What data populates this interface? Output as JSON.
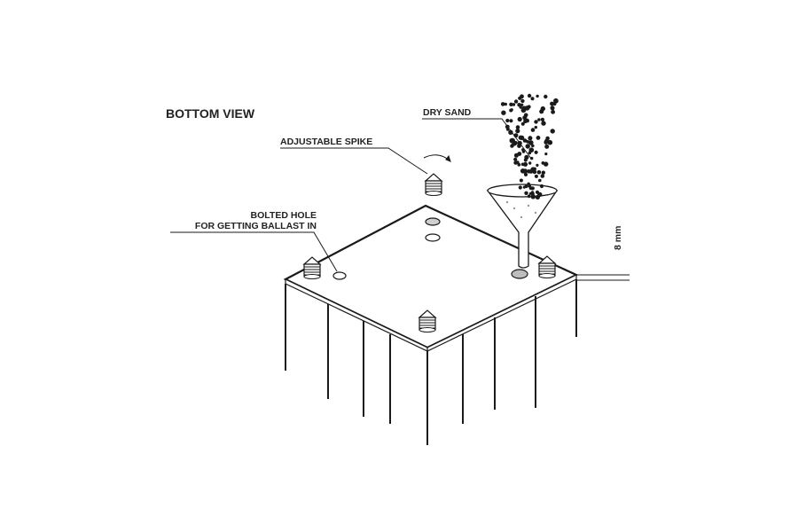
{
  "labels": {
    "view_title": "BOTTOM VIEW",
    "dry_sand": "DRY SAND",
    "adjustable_spike": "ADJUSTABLE SPIKE",
    "bolted_hole_line1": "BOLTED HOLE",
    "bolted_hole_line2": "FOR GETTING BALLAST IN",
    "thickness": "8 mm"
  },
  "colors": {
    "line": "#1a1a1a",
    "sand": "#1a1a1a",
    "background": "#ffffff"
  },
  "icons": [
    "adjustable-spike-icon",
    "funnel-icon",
    "sand-particle-icon",
    "rotation-arrow-icon"
  ]
}
